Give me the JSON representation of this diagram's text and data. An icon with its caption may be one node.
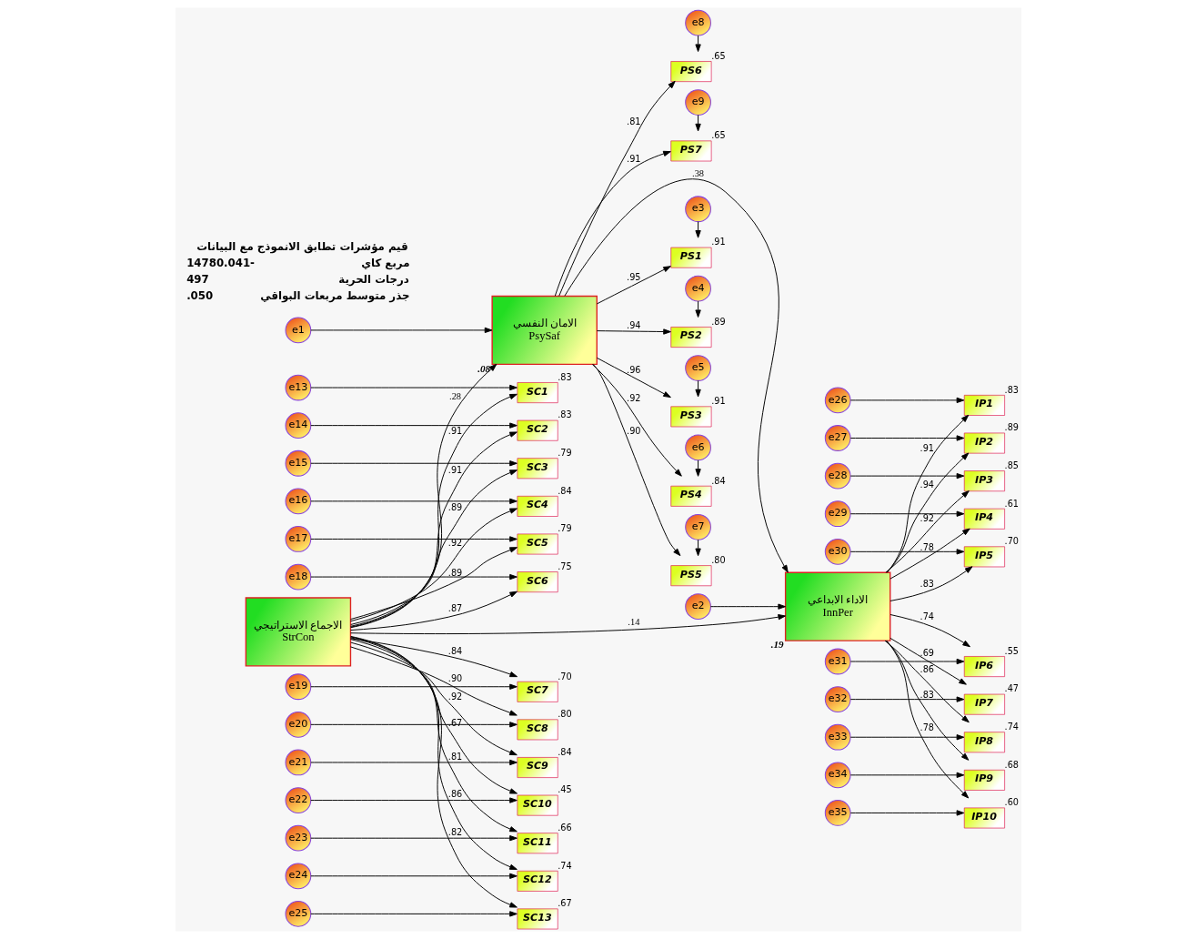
{
  "diagram": {
    "nodes": [
      {
        "text": [
          "e3"
        ]
      },
      {
        "text": [
          "e4"
        ]
      },
      {
        "text": [
          "e5"
        ]
      },
      {
        "text": [
          "e6"
        ]
      },
      {
        "text": [
          "e7"
        ]
      },
      {
        "text": [
          "e8"
        ]
      },
      {
        "text": [
          "e9"
        ]
      },
      {
        "text": [
          "PS1"
        ],
        "beside": [
          ".91"
        ]
      },
      {
        "text": [
          "PS2"
        ],
        "beside": [
          ".89"
        ]
      },
      {
        "text": [
          "PS3"
        ],
        "beside": [
          ".91"
        ]
      },
      {
        "text": [
          "PS4"
        ],
        "beside": [
          ".84"
        ]
      },
      {
        "text": [
          "PS5"
        ],
        "beside": [
          ".80"
        ]
      },
      {
        "text": [
          "PS6"
        ],
        "beside": [
          ".65"
        ]
      },
      {
        "text": [
          "PS7"
        ],
        "beside": [
          ".65"
        ]
      },
      {
        "text": [
          "e1"
        ]
      },
      {
        "text": [
          "الامان النفسي",
          "PsySaf"
        ],
        "beside": [
          ".08"
        ]
      },
      {
        "text": [
          "SC1"
        ],
        "beside": [
          ".83"
        ]
      },
      {
        "text": [
          "SC2"
        ],
        "beside": [
          ".83"
        ]
      },
      {
        "text": [
          "SC3"
        ],
        "beside": [
          ".79"
        ]
      },
      {
        "text": [
          "SC4"
        ],
        "beside": [
          ".84"
        ]
      },
      {
        "text": [
          "SC5"
        ],
        "beside": [
          ".79"
        ]
      },
      {
        "text": [
          "SC6"
        ],
        "beside": [
          ".75"
        ]
      },
      {
        "text": [
          "SC7"
        ],
        "beside": [
          ".70"
        ]
      },
      {
        "text": [
          "SC8"
        ],
        "beside": [
          ".80"
        ]
      },
      {
        "text": [
          "SC9"
        ],
        "beside": [
          ".84"
        ]
      },
      {
        "text": [
          "SC10"
        ],
        "beside": [
          ".45"
        ]
      },
      {
        "text": [
          "SC11"
        ],
        "beside": [
          ".66"
        ]
      },
      {
        "text": [
          "SC12"
        ],
        "beside": [
          ".74"
        ]
      },
      {
        "text": [
          "SC13"
        ],
        "beside": [
          ".67"
        ]
      },
      {
        "text": [
          "e13"
        ]
      },
      {
        "text": [
          "e14"
        ]
      },
      {
        "text": [
          "e15"
        ]
      },
      {
        "text": [
          "e16"
        ]
      },
      {
        "text": [
          "e17"
        ]
      },
      {
        "text": [
          "e18"
        ]
      },
      {
        "text": [
          "e19"
        ]
      },
      {
        "text": [
          "e20"
        ]
      },
      {
        "text": [
          "e21"
        ]
      },
      {
        "text": [
          "e22"
        ]
      },
      {
        "text": [
          "e23"
        ]
      },
      {
        "text": [
          "e24"
        ]
      },
      {
        "text": [
          "e25"
        ]
      },
      {
        "text": [
          "e26"
        ]
      },
      {
        "text": [
          "e27"
        ]
      },
      {
        "text": [
          "e28"
        ]
      },
      {
        "text": [
          "e29"
        ]
      },
      {
        "text": [
          "e30"
        ]
      },
      {
        "text": [
          "e31"
        ]
      },
      {
        "text": [
          "e32"
        ]
      },
      {
        "text": [
          "e33"
        ]
      },
      {
        "text": [
          "e34"
        ]
      },
      {
        "text": [
          "e35"
        ]
      },
      {
        "text": [
          "IP1"
        ],
        "beside": [
          ".83"
        ]
      },
      {
        "text": [
          "IP2"
        ],
        "beside": [
          ".89"
        ]
      },
      {
        "text": [
          "IP3"
        ],
        "beside": [
          ".85"
        ]
      },
      {
        "text": [
          "IP4"
        ],
        "beside": [
          ".61"
        ]
      },
      {
        "text": [
          "IP5"
        ],
        "beside": [
          ".70"
        ]
      },
      {
        "text": [
          "IP6"
        ],
        "beside": [
          ".55"
        ]
      },
      {
        "text": [
          "IP7"
        ],
        "beside": [
          ".47"
        ]
      },
      {
        "text": [
          "IP8"
        ],
        "beside": [
          ".74"
        ]
      },
      {
        "text": [
          "IP9"
        ],
        "beside": [
          ".68"
        ]
      },
      {
        "text": [
          "IP10"
        ],
        "beside": [
          ".60"
        ]
      },
      {
        "text": [
          "e2"
        ]
      },
      {
        "text": [
          "الاداء الابداعي",
          "InnPer"
        ],
        "beside": [
          ".19"
        ]
      },
      {
        "text": [
          "الاجماع الاستراتيجي",
          "StrCon"
        ]
      }
    ],
    "edges": [
      {
        "from": 0,
        "to": 7,
        "arrow": "to"
      },
      {
        "from": 1,
        "to": 8,
        "arrow": "to"
      },
      {
        "from": 2,
        "to": 9,
        "arrow": "to"
      },
      {
        "from": 3,
        "to": 10,
        "arrow": "to"
      },
      {
        "from": 4,
        "to": 11,
        "arrow": "to"
      },
      {
        "from": 5,
        "to": 12,
        "arrow": "to"
      },
      {
        "from": 6,
        "to": 13,
        "arrow": "to"
      },
      {
        "from": 15,
        "to": 7,
        "arrow": "to",
        "label": ".95"
      },
      {
        "from": 15,
        "to": 8,
        "arrow": "to",
        "label": ".94"
      },
      {
        "from": 15,
        "to": 9,
        "arrow": "to",
        "label": ".96"
      },
      {
        "from": 15,
        "to": 10,
        "arrow": "to",
        "label": ".92"
      },
      {
        "from": 15,
        "to": 11,
        "arrow": "to",
        "label": ".90"
      },
      {
        "from": 15,
        "to": 12,
        "arrow": "to",
        "label": ".81"
      },
      {
        "from": 15,
        "to": 13,
        "arrow": "to",
        "label": ".91"
      },
      {
        "from": 14,
        "to": 15,
        "arrow": "to"
      },
      {
        "from": 64,
        "to": 16,
        "arrow": "to",
        "label": ".91"
      },
      {
        "from": 64,
        "to": 17,
        "arrow": "to",
        "label": ".91"
      },
      {
        "from": 64,
        "to": 18,
        "arrow": "to",
        "label": ".89"
      },
      {
        "from": 64,
        "to": 19,
        "arrow": "to",
        "label": ".92"
      },
      {
        "from": 64,
        "to": 20,
        "arrow": "to",
        "label": ".89"
      },
      {
        "from": 64,
        "to": 21,
        "arrow": "to",
        "label": ".87"
      },
      {
        "from": 64,
        "to": 22,
        "arrow": "to",
        "label": ".84"
      },
      {
        "from": 64,
        "to": 23,
        "arrow": "to",
        "label": ".90"
      },
      {
        "from": 64,
        "to": 24,
        "arrow": "to",
        "label": ".92"
      },
      {
        "from": 64,
        "to": 25,
        "arrow": "to",
        "label": ".67"
      },
      {
        "from": 64,
        "to": 26,
        "arrow": "to",
        "label": ".81"
      },
      {
        "from": 64,
        "to": 27,
        "arrow": "to",
        "label": ".86"
      },
      {
        "from": 64,
        "to": 28,
        "arrow": "to",
        "label": ".82"
      },
      {
        "from": 29,
        "to": 16,
        "arrow": "to"
      },
      {
        "from": 30,
        "to": 17,
        "arrow": "to"
      },
      {
        "from": 31,
        "to": 18,
        "arrow": "to"
      },
      {
        "from": 32,
        "to": 19,
        "arrow": "to"
      },
      {
        "from": 33,
        "to": 20,
        "arrow": "to"
      },
      {
        "from": 34,
        "to": 21,
        "arrow": "to"
      },
      {
        "from": 35,
        "to": 22,
        "arrow": "to"
      },
      {
        "from": 36,
        "to": 23,
        "arrow": "to"
      },
      {
        "from": 37,
        "to": 24,
        "arrow": "to"
      },
      {
        "from": 38,
        "to": 25,
        "arrow": "to"
      },
      {
        "from": 39,
        "to": 26,
        "arrow": "to"
      },
      {
        "from": 40,
        "to": 27,
        "arrow": "to"
      },
      {
        "from": 41,
        "to": 28,
        "arrow": "to"
      },
      {
        "from": 42,
        "to": 52,
        "arrow": "to"
      },
      {
        "from": 43,
        "to": 53,
        "arrow": "to"
      },
      {
        "from": 44,
        "to": 54,
        "arrow": "to"
      },
      {
        "from": 45,
        "to": 55,
        "arrow": "to"
      },
      {
        "from": 46,
        "to": 56,
        "arrow": "to"
      },
      {
        "from": 47,
        "to": 57,
        "arrow": "to"
      },
      {
        "from": 48,
        "to": 58,
        "arrow": "to"
      },
      {
        "from": 49,
        "to": 59,
        "arrow": "to"
      },
      {
        "from": 50,
        "to": 60,
        "arrow": "to"
      },
      {
        "from": 51,
        "to": 61,
        "arrow": "to"
      },
      {
        "from": 63,
        "to": 52,
        "arrow": "to",
        "label": ".91"
      },
      {
        "from": 63,
        "to": 53,
        "arrow": "to",
        "label": ".94"
      },
      {
        "from": 63,
        "to": 54,
        "arrow": "to",
        "label": ".92"
      },
      {
        "from": 63,
        "to": 55,
        "arrow": "to",
        "label": ".78"
      },
      {
        "from": 63,
        "to": 56,
        "arrow": "to",
        "label": ".83"
      },
      {
        "from": 63,
        "to": 57,
        "arrow": "to",
        "label": ".74"
      },
      {
        "from": 63,
        "to": 58,
        "arrow": "to",
        "label": ".69"
      },
      {
        "from": 63,
        "to": 59,
        "arrow": "to",
        "label": ".86"
      },
      {
        "from": 63,
        "to": 60,
        "arrow": "to",
        "label": ".83"
      },
      {
        "from": 63,
        "to": 61,
        "arrow": "to",
        "label": ".78"
      },
      {
        "from": 62,
        "to": 63,
        "arrow": "to"
      },
      {
        "from": 15,
        "to": 63,
        "arrow": "to",
        "label": ".38"
      },
      {
        "from": 64,
        "to": 15,
        "arrow": "to",
        "label": ".28"
      },
      {
        "from": 64,
        "to": 63,
        "arrow": "to",
        "label": ".14"
      }
    ],
    "labels": [
      "قيم مؤشرات تطابق الانموذج مع البيانات",
      "مربع كاي",
      "14780.041-",
      "درجات الحرية",
      "497",
      "جذر متوسط مربعات البواقي",
      ".050"
    ]
  }
}
